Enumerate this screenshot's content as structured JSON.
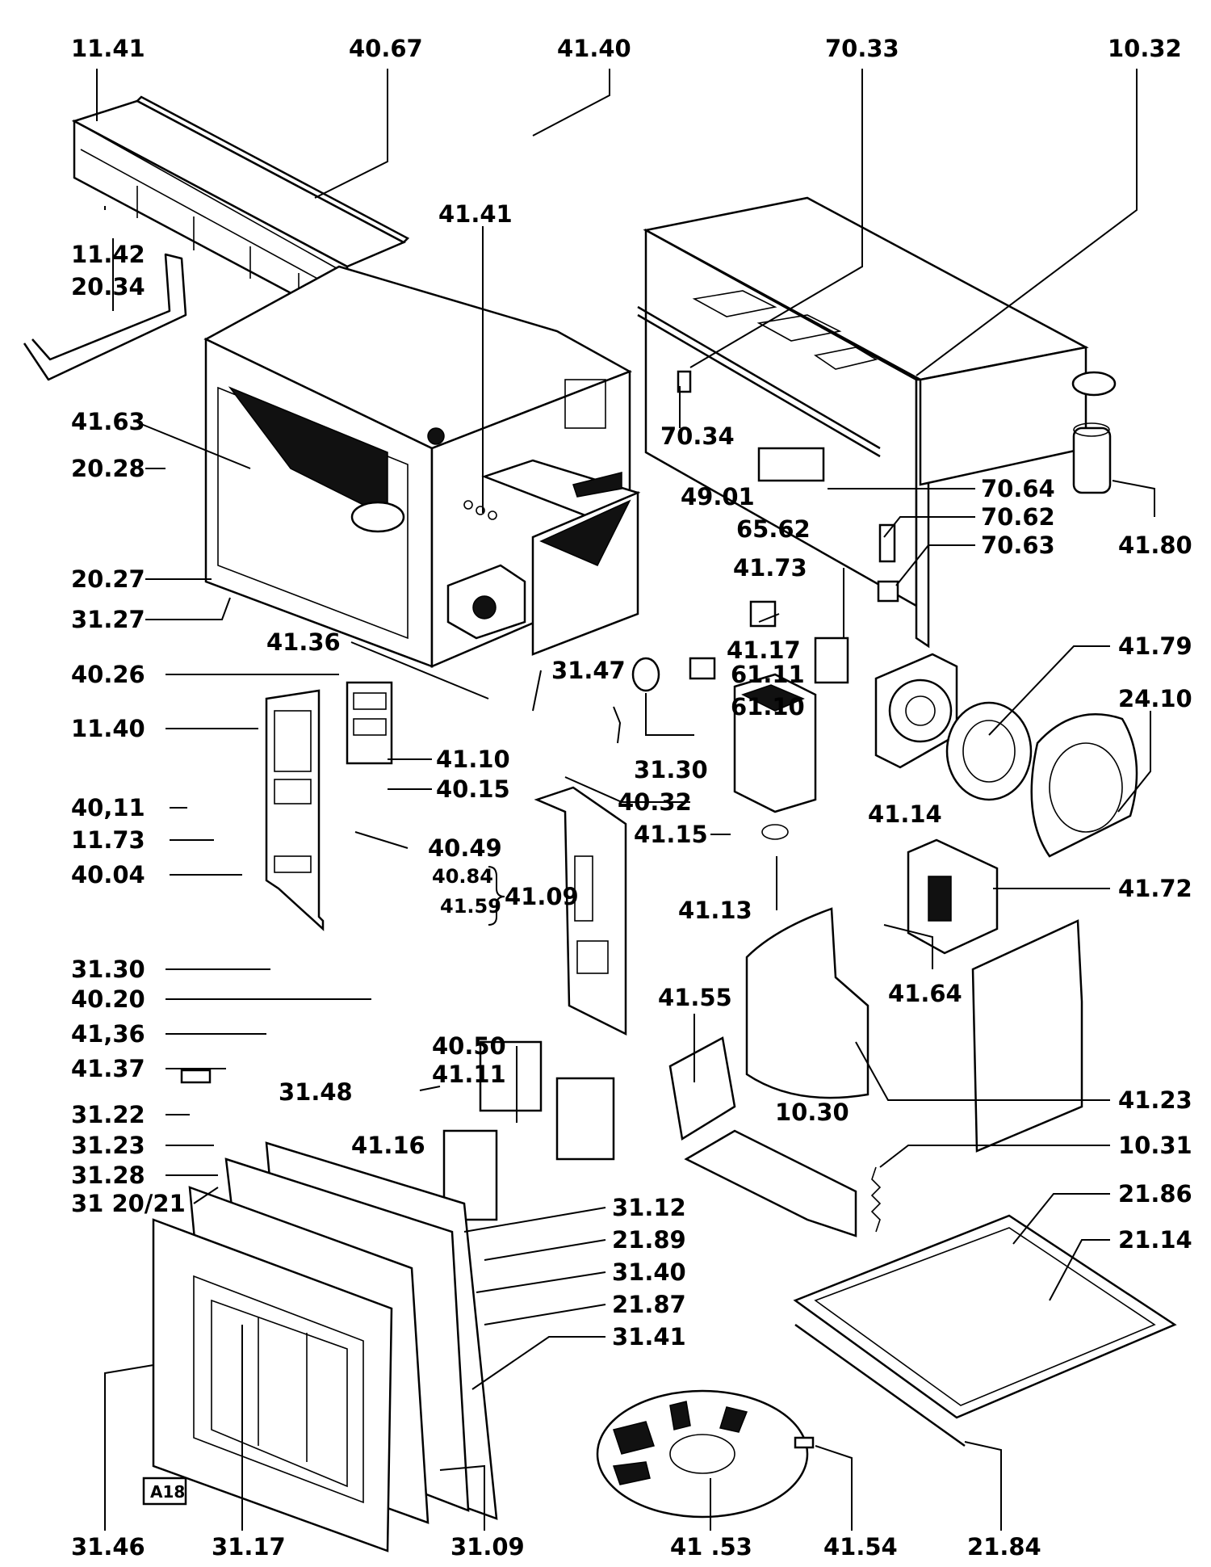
{
  "diagram": {
    "labels": {
      "l_11_41": "11.41",
      "l_40_67": "40.67",
      "l_41_40": "41.40",
      "l_70_33": "70.33",
      "l_10_32": "10.32",
      "l_41_41": "41.41",
      "l_11_42": "11.42",
      "l_20_34": "20.34",
      "l_41_63": "41.63",
      "l_20_28": "20.28",
      "l_20_27": "20.27",
      "l_31_27": "31.27",
      "l_70_34": "70.34",
      "l_70_64": "70.64",
      "l_49_01": "49.01",
      "l_70_62": "70.62",
      "l_65_62": "65.62",
      "l_70_63": "70.63",
      "l_41_80": "41.80",
      "l_41_73": "41.73",
      "l_41_17": "41.17",
      "l_41_79": "41.79",
      "l_41_36a": "41.36",
      "l_31_47": "31.47",
      "l_61_11": "61.11",
      "l_40_26": "40.26",
      "l_61_10": "61.10",
      "l_24_10": "24.10",
      "l_11_40": "11.40",
      "l_41_10": "41.10",
      "l_31_30a": "31.30",
      "l_40_15": "40.15",
      "l_40_32": "40.32",
      "l_40_11": "40,11",
      "l_41_14": "41.14",
      "l_41_15": "41.15",
      "l_11_73": "11.73",
      "l_40_49": "40.49",
      "l_40_04": "40.04",
      "l_40_84": "40.84",
      "l_41_59": "41.59",
      "l_41_09": "41.09",
      "l_41_13": "41.13",
      "l_41_72": "41.72",
      "l_31_30b": "31.30",
      "l_41_64": "41.64",
      "l_40_20": "40.20",
      "l_41_55": "41.55",
      "l_41_36b": "41,36",
      "l_40_50": "40.50",
      "l_41_37": "41.37",
      "l_41_11": "41.11",
      "l_31_48": "31.48",
      "l_41_23": "41.23",
      "l_31_22": "31.22",
      "l_10_30": "10.30",
      "l_31_23": "31.23",
      "l_41_16": "41.16",
      "l_10_31": "10.31",
      "l_31_28": "31.28",
      "l_31_20_21": "31 20/21",
      "l_21_86": "21.86",
      "l_31_12": "31.12",
      "l_21_14": "21.14",
      "l_21_89": "21.89",
      "l_31_40": "31.40",
      "l_21_87": "21.87",
      "l_31_41": "31.41",
      "l_a18": "A18",
      "l_31_46": "31.46",
      "l_31_17": "31.17",
      "l_31_09": "31.09",
      "l_41_53": "41 .53",
      "l_41_54": "41.54",
      "l_21_84": "21.84"
    }
  }
}
